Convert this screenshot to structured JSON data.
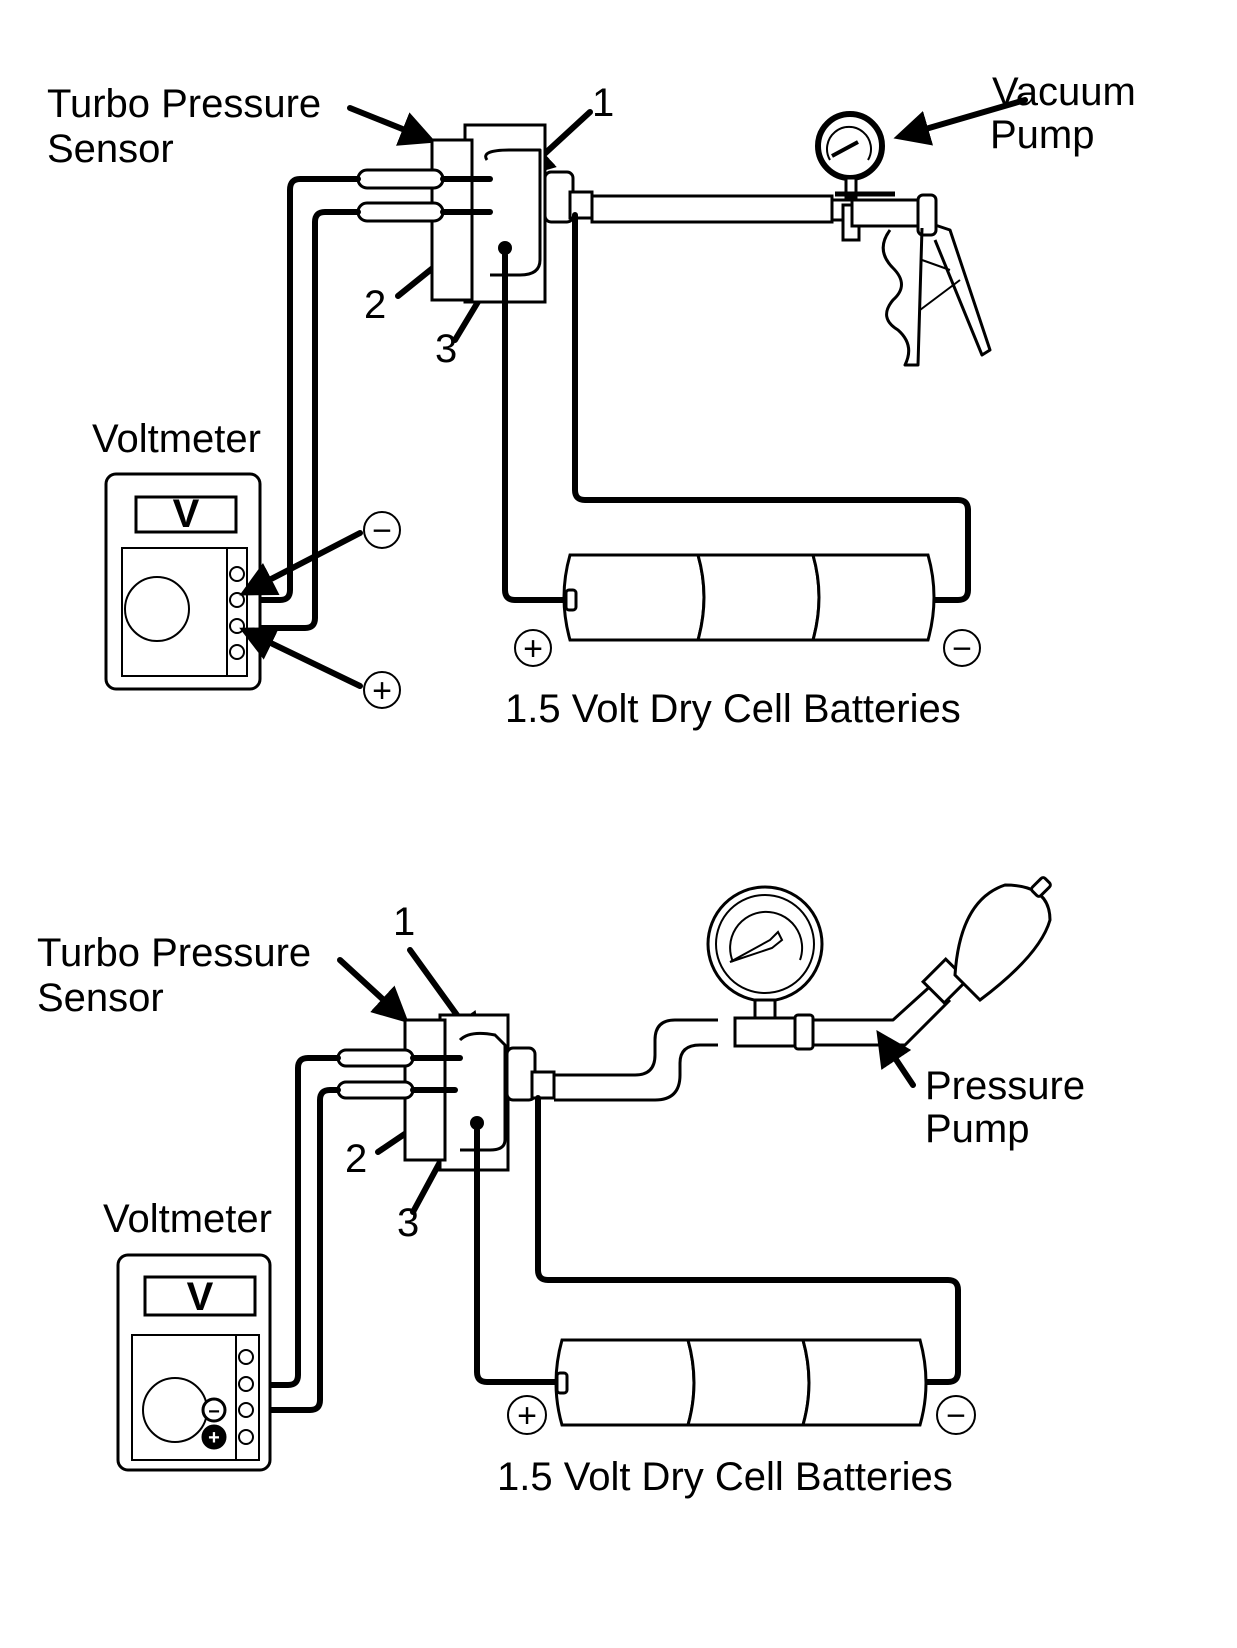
{
  "colors": {
    "ink": "#000000",
    "paper": "#ffffff"
  },
  "top_panel": {
    "sensor_label_line1": "Turbo Pressure",
    "sensor_label_line2": "Sensor",
    "terminal_1": "1",
    "terminal_2": "2",
    "terminal_3": "3",
    "pump_label_line1": "Vacuum",
    "pump_label_line2": "Pump",
    "voltmeter_label": "Voltmeter",
    "voltmeter_display": "V",
    "probe_negative": "−",
    "probe_positive": "+",
    "battery_positive": "+",
    "battery_negative": "−",
    "battery_label": "1.5 Volt Dry Cell Batteries"
  },
  "bottom_panel": {
    "sensor_label_line1": "Turbo Pressure",
    "sensor_label_line2": "Sensor",
    "terminal_1": "1",
    "terminal_2": "2",
    "terminal_3": "3",
    "pump_label_line1": "Pressure",
    "pump_label_line2": "Pump",
    "voltmeter_label": "Voltmeter",
    "voltmeter_display": "V",
    "probe_negative": "−",
    "probe_positive": "+",
    "battery_positive": "+",
    "battery_negative": "−",
    "battery_label": "1.5 Volt Dry Cell Batteries"
  }
}
